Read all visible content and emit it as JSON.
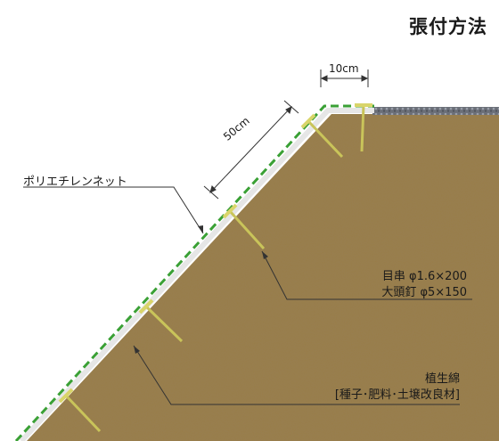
{
  "title": "張付方法",
  "labels": {
    "dimension_small": "10cm",
    "dimension_large": "50cm",
    "net": "ポリエチレンネット",
    "pin_line1": "目串 φ1.6×200",
    "pin_line2": "大頭釘 φ5×150",
    "seed_line1": "植生綿",
    "seed_line2": "[種子･肥料･土壌改良材]"
  },
  "colors": {
    "soil": "#9a7d4a",
    "soil_light": "#b0955f",
    "net": "#3aa035",
    "pin": "#d9d56a",
    "leader": "#333333",
    "mat": "#e8e8e8"
  }
}
